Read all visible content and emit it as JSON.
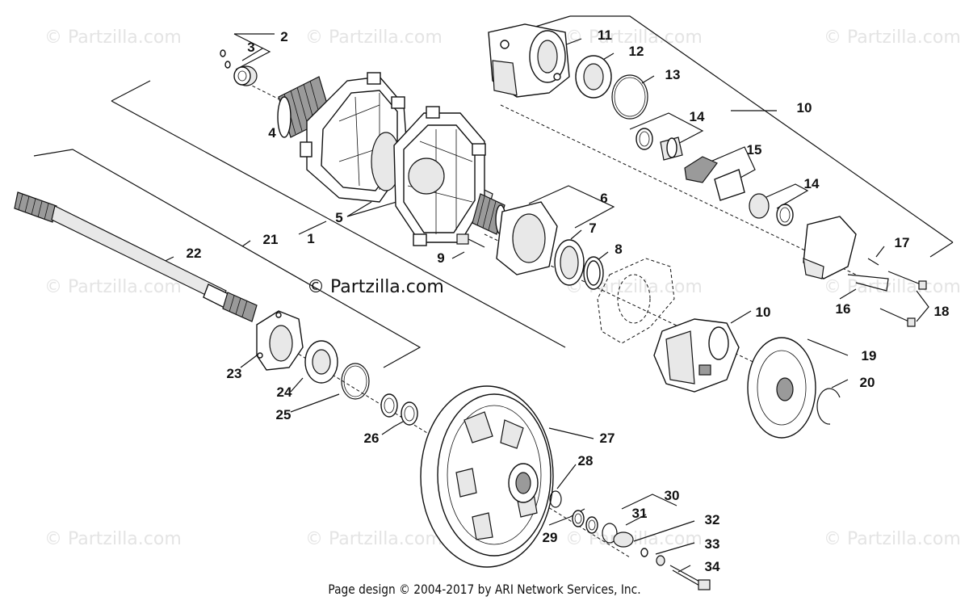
{
  "watermarks": [
    "© Partzilla.com",
    "© Partzilla.com",
    "© Partzilla.com",
    "© Partzilla.com",
    "© Partzilla.com",
    "© Partzilla.com",
    "© Partzilla.com",
    "© Partzilla.com",
    "© Partzilla.com",
    "© Partzilla.com",
    "© Partzilla.com"
  ],
  "brand_watermark": "© Partzilla.com",
  "callouts": [
    "1",
    "2",
    "3",
    "4",
    "5",
    "6",
    "7",
    "8",
    "9",
    "10",
    "10",
    "11",
    "12",
    "13",
    "14",
    "14",
    "15",
    "16",
    "17",
    "18",
    "19",
    "20",
    "21",
    "22",
    "23",
    "24",
    "25",
    "26",
    "27",
    "28",
    "29",
    "30",
    "31",
    "32",
    "33",
    "34"
  ],
  "footer": "Page design © 2004-2017 by ARI Network Services, Inc."
}
